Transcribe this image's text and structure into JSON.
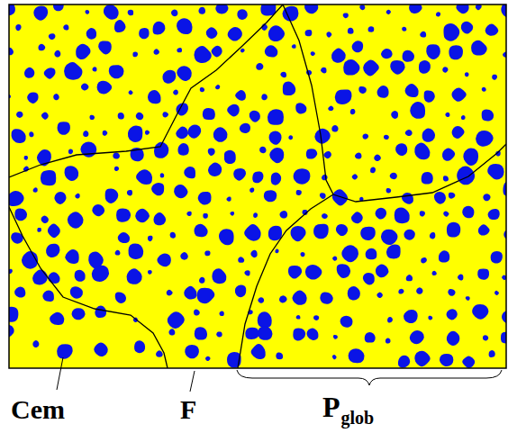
{
  "diagram": {
    "labels": [
      "Cem",
      "F",
      "P",
      "glob"
    ]
  }
}
